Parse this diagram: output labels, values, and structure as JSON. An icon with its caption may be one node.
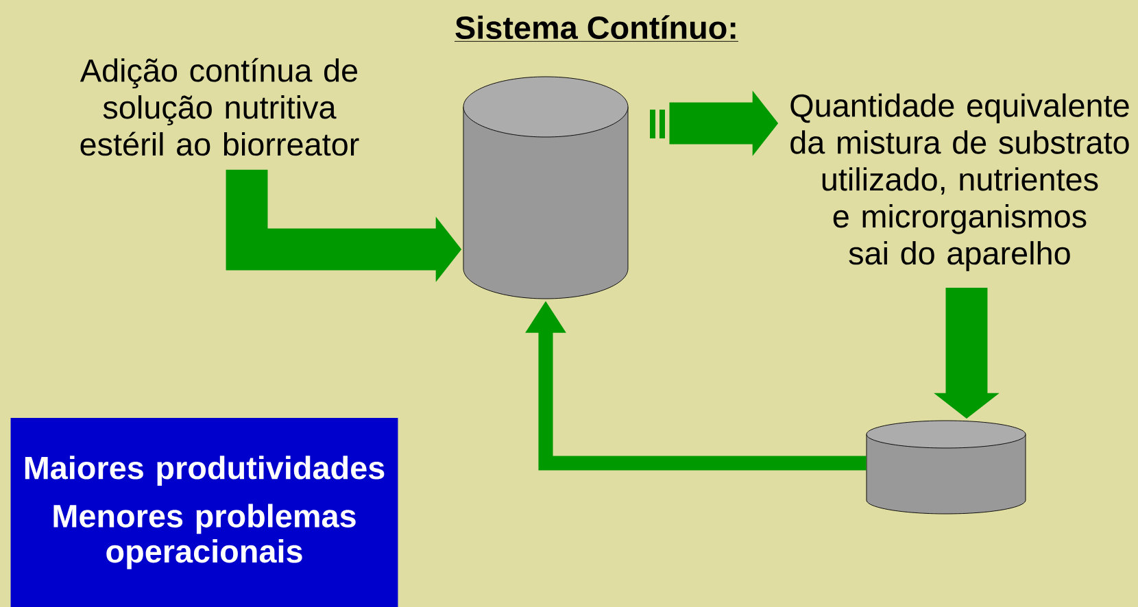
{
  "diagram": {
    "title": "Sistema Contínuo:",
    "nodes": [
      {
        "text": [
          "Adição contínua de solução nutritiva estéril ao biorreator"
        ]
      },
      {
        "text": [],
        "shape": "cylinder"
      },
      {
        "text": [
          "Quantidade equivalente da mistura de substrato utilizado, nutrientes e microrganismos sai do aparelho"
        ]
      },
      {
        "text": [],
        "shape": "cylinder"
      },
      {
        "text": [
          "Maiores produtividades",
          "Menores problemas operacionais"
        ]
      }
    ],
    "edges": [
      {
        "from": 0,
        "to": 1,
        "arrow": "to"
      },
      {
        "from": 1,
        "to": 2,
        "arrow": "to"
      },
      {
        "from": 2,
        "to": 3,
        "arrow": "to"
      },
      {
        "from": 3,
        "to": 1,
        "arrow": "to"
      }
    ]
  }
}
